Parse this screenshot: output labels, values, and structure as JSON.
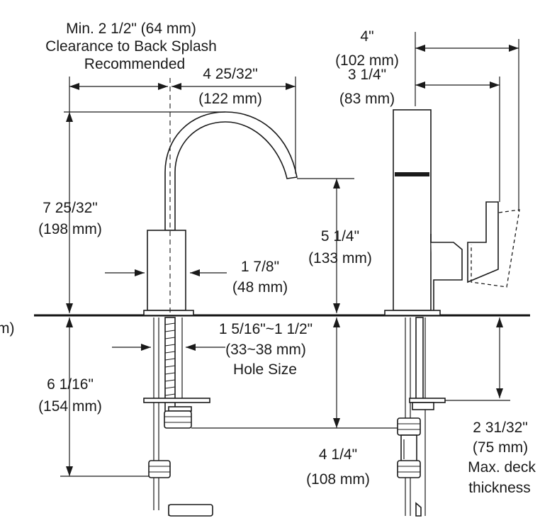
{
  "dimensions": {
    "clearance": {
      "line1": "Min. 2 1/2\" (64 mm)",
      "line2": "Clearance to Back Splash",
      "line3": "Recommended"
    },
    "spout_reach": {
      "imperial": "4 25/32\"",
      "metric": "(122 mm)"
    },
    "overall_height": {
      "imperial": "7 25/32\"",
      "metric": "(198 mm)"
    },
    "spout_height": {
      "imperial": "5 1/4\"",
      "metric": "(133 mm)"
    },
    "base_diameter": {
      "imperial": "1 7/8\"",
      "metric": "(48 mm)"
    },
    "hole_size": {
      "imperial": "1 5/16\"~1 1/2\"",
      "metric": "(33~38 mm)",
      "label": "Hole Size"
    },
    "below_deck": {
      "imperial": "6 1/16\"",
      "metric": "(154 mm)"
    },
    "shank_length": {
      "imperial": "4 1/4\"",
      "metric": "(108 mm)"
    },
    "handle_swing": {
      "imperial": "4\"",
      "metric": "(102 mm)"
    },
    "handle_depth": {
      "imperial": "3 1/4\"",
      "metric": "(83 mm)"
    },
    "deck_thickness": {
      "imperial": "2 31/32\"",
      "metric": "(75 mm)",
      "line3": "Max. deck",
      "line4": "thickness"
    },
    "cut_off_left": "m)"
  }
}
